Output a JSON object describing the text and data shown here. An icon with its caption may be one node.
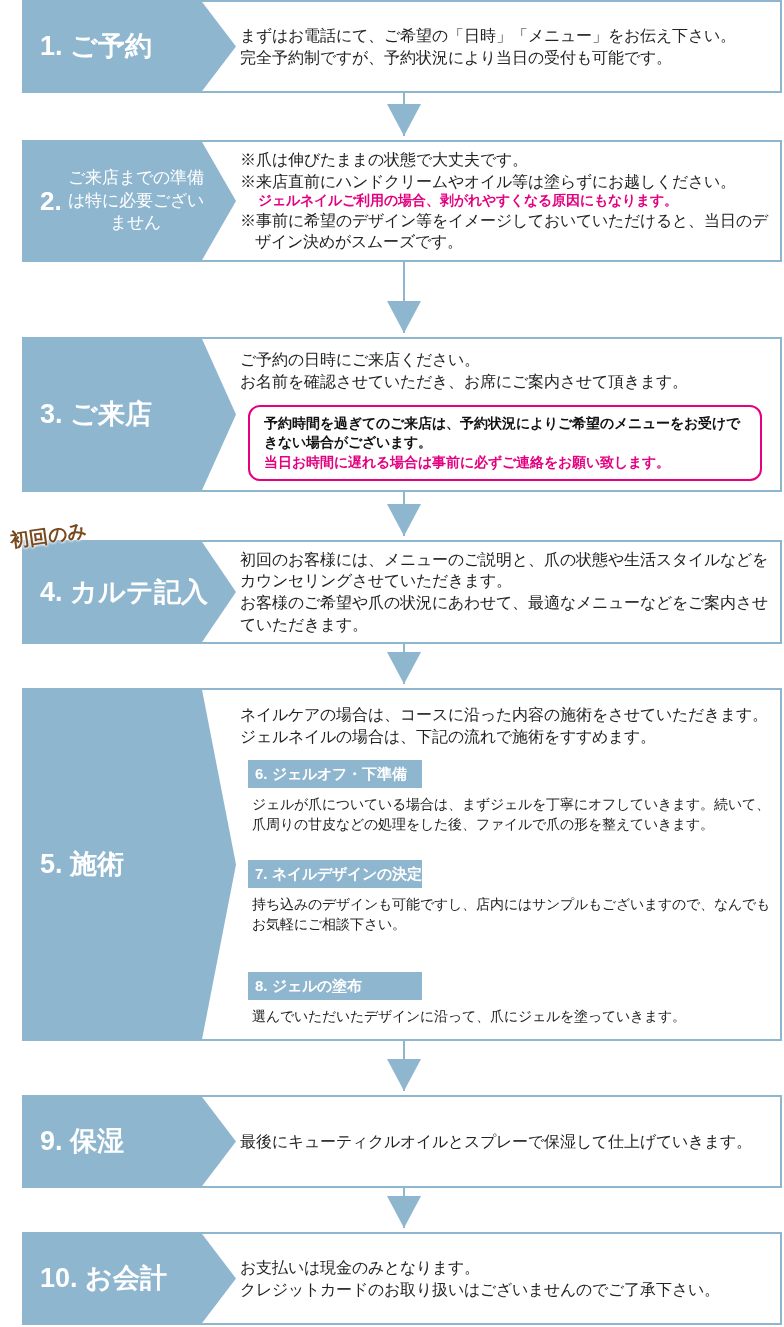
{
  "diagram": {
    "nodes": [
      {
        "text": [
          "まずはお電話にて、ご希望の「日時」「メニュー」をお伝え下さい。",
          "完全予約制ですが、予約状況により当日の受付も可能です。"
        ]
      },
      {
        "text": [
          "1. ご予約"
        ],
        "in": 0
      },
      {
        "text": [
          "※爪は伸びたままの状態で大丈夫です。",
          "※来店直前にハンドクリームやオイル等は塗らずにお越しください。",
          "ジェルネイルご利用の場合、剥がれやすくなる原因にもなります。",
          "※事前に希望のデザイン等をイメージしておいていただけると、当日のデザイン決めがスムーズです。"
        ]
      },
      {
        "text": [
          "2.",
          "ご来店までの準備は特に必要ございません"
        ],
        "in": 2
      },
      {
        "text": [
          "ご予約の日時にご来店ください。",
          "お名前を確認させていただき、お席にご案内させて頂きます。"
        ]
      },
      {
        "text": [
          "3. ご来店"
        ],
        "in": 4
      },
      {
        "text": [
          "予約時間を過ぎてのご来店は、予約状況によりご希望のメニューをお受けできない場合がございます。",
          "当日お時間に遅れる場合は事前に必ずご連絡をお願い致します。"
        ],
        "in": 4
      },
      {
        "text": [
          "初回のお客様には、メニューのご説明と、爪の状態や生活スタイルなどをカウンセリングさせていただきます。",
          "お客様のご希望や爪の状況にあわせて、最適なメニューなどをご案内させていただきます。"
        ]
      },
      {
        "text": [
          "4. カルテ記入"
        ],
        "in": 7,
        "beside": [
          "初回のみ"
        ]
      },
      {
        "text": [
          "ネイルケアの場合は、コースに沿った内容の施術をさせていただきます。",
          "ジェルネイルの場合は、下記の流れで施術をすすめます。"
        ]
      },
      {
        "text": [
          "5. 施術"
        ],
        "in": 9
      },
      {
        "text": [
          "6. ジェルオフ・下準備"
        ],
        "in": 9,
        "beside": [
          "ジェルが爪についている場合は、まずジェルを丁寧にオフしていきます。続いて、爪周りの甘皮などの処理をした後、ファイルで爪の形を整えていきます。"
        ]
      },
      {
        "text": [
          "7. ネイルデザインの決定"
        ],
        "in": 9,
        "beside": [
          "持ち込みのデザインも可能ですし、店内にはサンプルもございますので、なんでもお気軽にご相談下さい。"
        ]
      },
      {
        "text": [
          "8. ジェルの塗布"
        ],
        "in": 9,
        "beside": [
          "選んでいただいたデザインに沿って、爪にジェルを塗っていきます。"
        ]
      },
      {
        "text": [
          "最後にキューティクルオイルとスプレーで保湿して仕上げていきます。"
        ]
      },
      {
        "text": [
          "9. 保湿"
        ],
        "in": 14
      },
      {
        "text": [
          "お支払いは現金のみとなります。",
          "クレジットカードのお取り扱いはございませんのでご了承下さい。"
        ]
      },
      {
        "text": [
          "10. お会計"
        ],
        "in": 16
      }
    ],
    "edges": [
      {
        "from": 0,
        "to": 2,
        "arrow": "to"
      },
      {
        "from": 2,
        "to": 4,
        "arrow": "to"
      },
      {
        "from": 4,
        "to": 7,
        "arrow": "to"
      },
      {
        "from": 7,
        "to": 9,
        "arrow": "to"
      },
      {
        "from": 9,
        "to": 14,
        "arrow": "to"
      },
      {
        "from": 14,
        "to": 16,
        "arrow": "to"
      }
    ]
  }
}
